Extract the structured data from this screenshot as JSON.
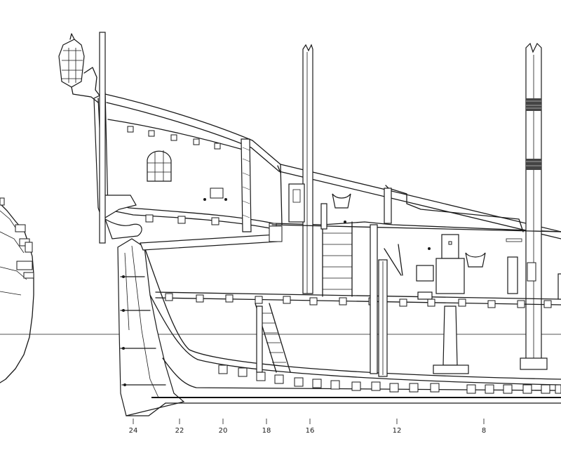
{
  "figure": {
    "frame_numbers": [
      "24",
      "22",
      "20",
      "18",
      "16",
      "12",
      "8"
    ]
  }
}
